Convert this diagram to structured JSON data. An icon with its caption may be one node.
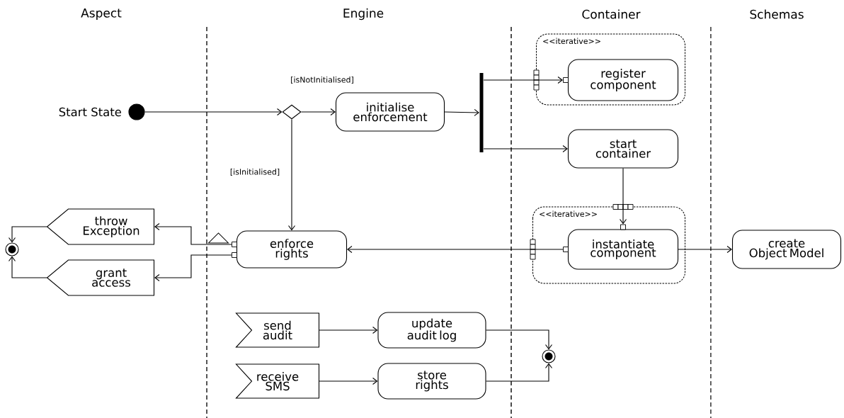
{
  "diagram": {
    "nodes": [
      {
        "text": [],
        "shape": "circle",
        "beside": [
          "Start State"
        ]
      },
      {
        "text": [],
        "shape": "diamond"
      },
      {
        "text": [
          "initialise enforcement"
        ]
      },
      {
        "text": [],
        "shape": "bar"
      },
      {
        "text": [
          "<<iterative>>"
        ]
      },
      {
        "text": [
          "register component"
        ],
        "in": 4
      },
      {
        "text": [
          "start container"
        ]
      },
      {
        "text": [
          "<<iterative>>"
        ]
      },
      {
        "text": [
          "instantiate component"
        ],
        "in": 7
      },
      {
        "text": [
          "create Object Model"
        ]
      },
      {
        "text": [
          "enforce rights"
        ]
      },
      {
        "text": [
          "throw Exception"
        ]
      },
      {
        "text": [
          "grant access"
        ]
      },
      {
        "text": [],
        "shape": "circle"
      },
      {
        "text": [
          "send audit"
        ]
      },
      {
        "text": [
          "receive SMS"
        ]
      },
      {
        "text": [
          "update audit log"
        ]
      },
      {
        "text": [
          "store rights"
        ]
      },
      {
        "text": [],
        "shape": "circle"
      }
    ],
    "edges": [
      {
        "from": 0,
        "to": 1,
        "arrow": "to"
      },
      {
        "from": 1,
        "to": 2,
        "arrow": "to",
        "label": "[isNotInitialised]"
      },
      {
        "from": 1,
        "to": 10,
        "arrow": "to",
        "label": "[isInitialised]"
      },
      {
        "from": 2,
        "to": 3,
        "arrow": "to"
      },
      {
        "from": 3,
        "to": 5,
        "arrow": "to"
      },
      {
        "from": 3,
        "to": 6,
        "arrow": "to"
      },
      {
        "from": 6,
        "to": 8,
        "arrow": "to"
      },
      {
        "from": 8,
        "to": 10,
        "arrow": "to"
      },
      {
        "from": 8,
        "to": 9,
        "arrow": "to"
      },
      {
        "from": 10,
        "to": 11,
        "arrow": "to"
      },
      {
        "from": 10,
        "to": 12,
        "arrow": "to"
      },
      {
        "from": 11,
        "to": 13,
        "arrow": "to"
      },
      {
        "from": 12,
        "to": 13,
        "arrow": "to"
      },
      {
        "from": 14,
        "to": 16,
        "arrow": "to"
      },
      {
        "from": 15,
        "to": 17,
        "arrow": "to"
      },
      {
        "from": 16,
        "to": 18,
        "arrow": "to"
      },
      {
        "from": 17,
        "to": 18,
        "arrow": "to"
      }
    ],
    "labels": [
      "Aspect",
      "Engine",
      "Container",
      "Schemas"
    ]
  }
}
